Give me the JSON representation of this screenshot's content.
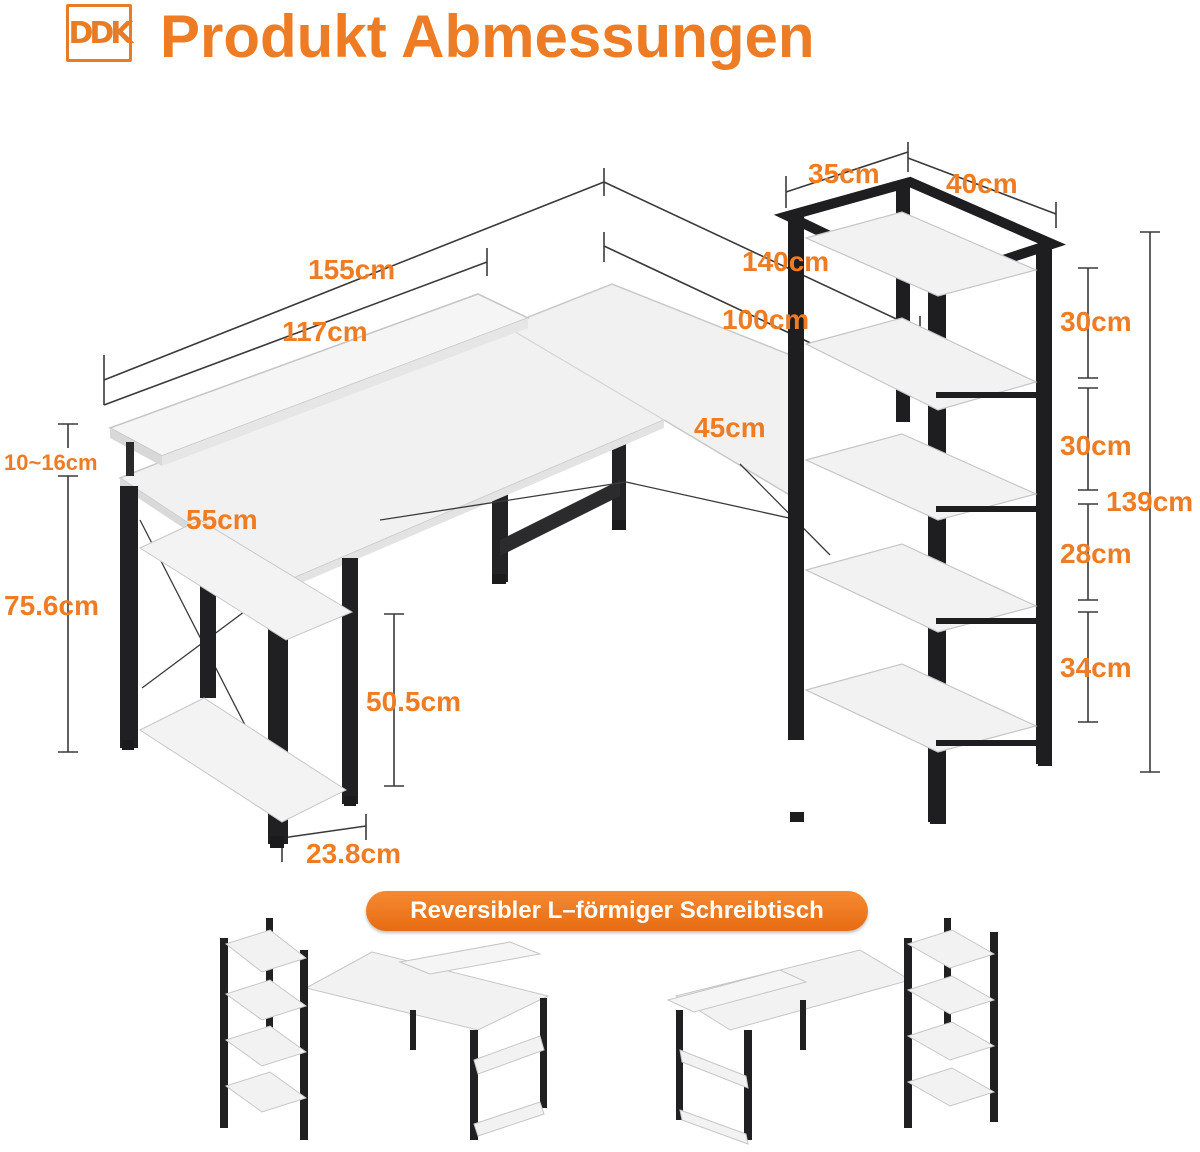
{
  "header": {
    "logo_text": "DDK",
    "title": "Produkt Abmessungen"
  },
  "dimensions": {
    "depth_shelf_top": "35cm",
    "width_shelf": "40cm",
    "overall_width": "155cm",
    "l_length": "140cm",
    "desk_width": "117cm",
    "return_length": "100cm",
    "return_depth": "45cm",
    "monitor_riser_height": "10~16cm",
    "desk_depth": "55cm",
    "desk_height": "75.6cm",
    "side_shelf_height": "50.5cm",
    "side_shelf_width": "23.8cm",
    "shelf_gap_1": "30cm",
    "shelf_gap_2": "30cm",
    "shelf_total_height": "139cm",
    "shelf_gap_3": "28cm",
    "shelf_gap_4": "34cm"
  },
  "badge": {
    "label": "Reversibler L–förmiger Schreibtisch"
  },
  "colors": {
    "accent": "#ee7c24",
    "frame": "#1f1f21",
    "board": "#f2f2f2",
    "dimension_line": "#3a3a3a"
  }
}
